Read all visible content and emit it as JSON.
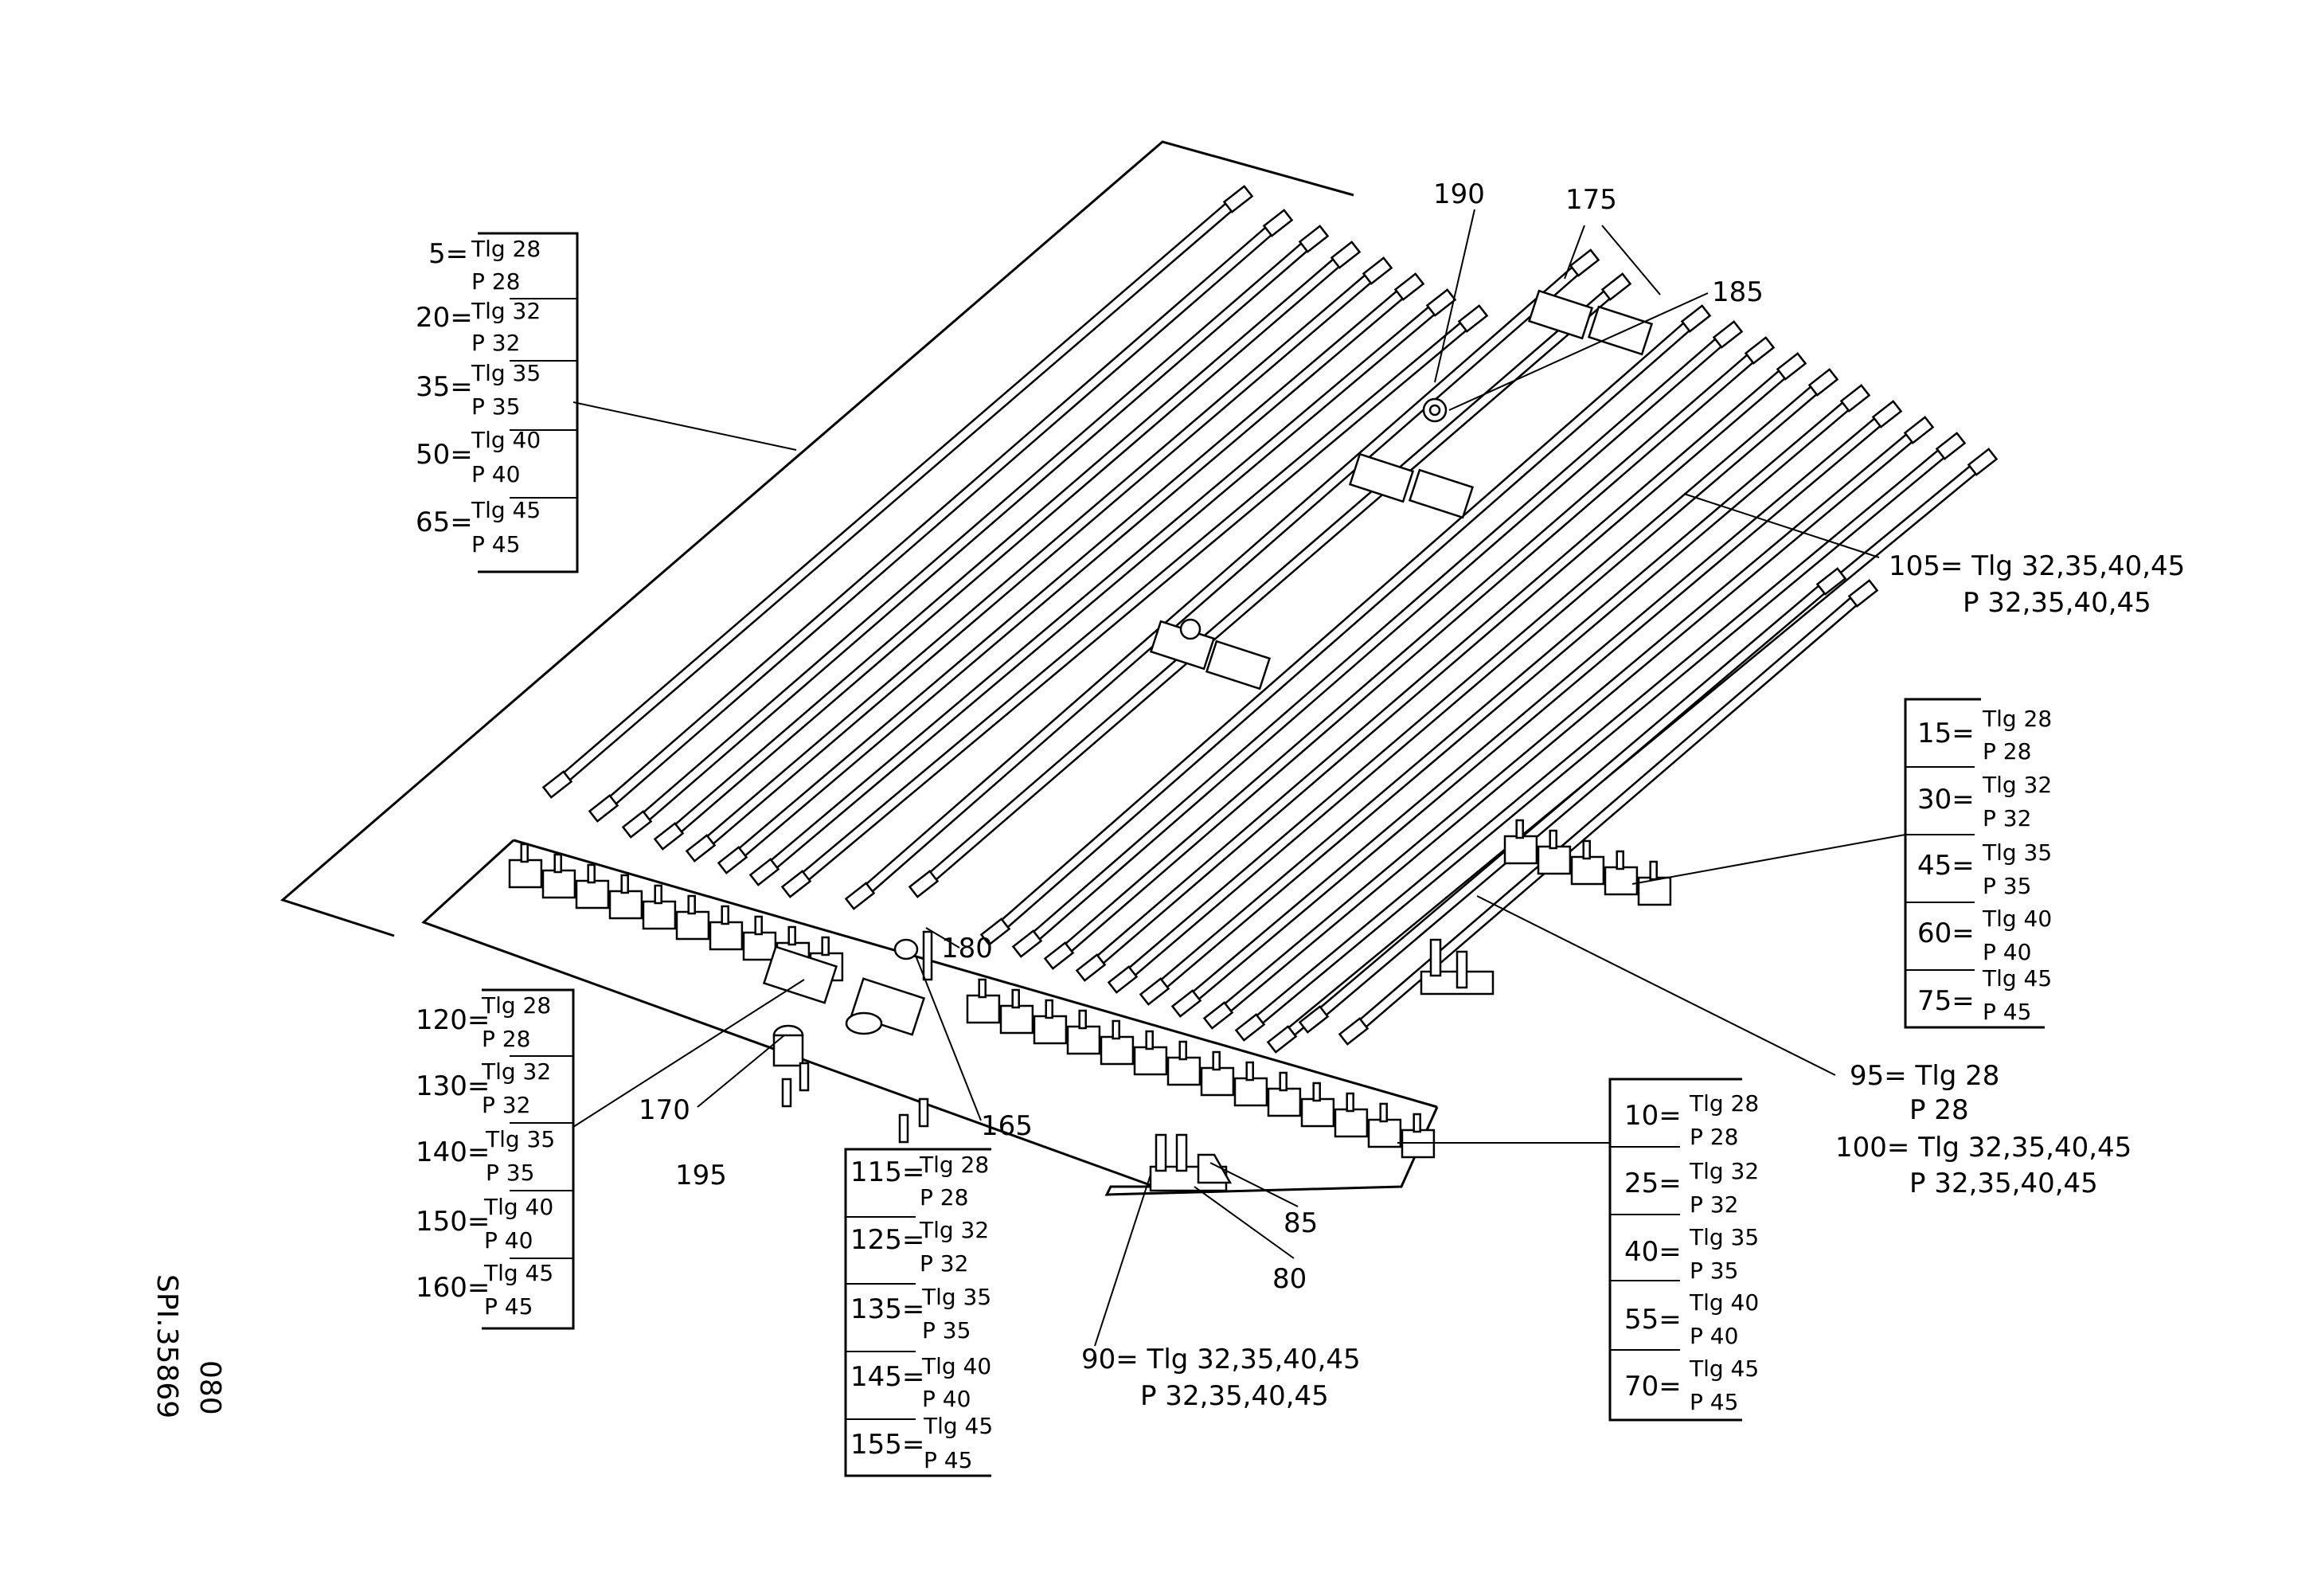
{
  "callouts": {
    "c190": "190",
    "c175": "175",
    "c185": "185",
    "c180": "180",
    "c170": "170",
    "c165": "165",
    "c195": "195",
    "c85": "85",
    "c80": "80"
  },
  "notes": {
    "n105_a": "105= Tlg 32,35,40,45",
    "n105_b": "P 32,35,40,45",
    "n95_a": "95= Tlg 28",
    "n95_b": "P 28",
    "n100_a": "100= Tlg 32,35,40,45",
    "n100_b": "P 32,35,40,45",
    "n90_a": "90= Tlg 32,35,40,45",
    "n90_b": "P 32,35,40,45"
  },
  "tables": {
    "t5": [
      {
        "n": "5=",
        "tlg": "Tlg 28",
        "p": "P 28"
      },
      {
        "n": "20=",
        "tlg": "Tlg 32",
        "p": "P 32"
      },
      {
        "n": "35=",
        "tlg": "Tlg 35",
        "p": "P 35"
      },
      {
        "n": "50=",
        "tlg": "Tlg 40",
        "p": "P 40"
      },
      {
        "n": "65=",
        "tlg": "Tlg 45",
        "p": "P 45"
      }
    ],
    "t15": [
      {
        "n": "15=",
        "tlg": "Tlg 28",
        "p": "P 28"
      },
      {
        "n": "30=",
        "tlg": "Tlg 32",
        "p": "P 32"
      },
      {
        "n": "45=",
        "tlg": "Tlg 35",
        "p": "P 35"
      },
      {
        "n": "60=",
        "tlg": "Tlg 40",
        "p": "P 40"
      },
      {
        "n": "75=",
        "tlg": "Tlg 45",
        "p": "P 45"
      }
    ],
    "t120": [
      {
        "n": "120=",
        "tlg": "Tlg 28",
        "p": "P 28"
      },
      {
        "n": "130=",
        "tlg": "Tlg 32",
        "p": "P 32"
      },
      {
        "n": "140=",
        "tlg": "Tlg 35",
        "p": "P 35"
      },
      {
        "n": "150=",
        "tlg": "Tlg 40",
        "p": "P 40"
      },
      {
        "n": "160=",
        "tlg": "Tlg 45",
        "p": "P 45"
      }
    ],
    "t115": [
      {
        "n": "115=",
        "tlg": "Tlg 28",
        "p": "P 28"
      },
      {
        "n": "125=",
        "tlg": "Tlg 32",
        "p": "P 32"
      },
      {
        "n": "135=",
        "tlg": "Tlg 35",
        "p": "P 35"
      },
      {
        "n": "145=",
        "tlg": "Tlg 40",
        "p": "P 40"
      },
      {
        "n": "155=",
        "tlg": "Tlg 45",
        "p": "P 45"
      }
    ],
    "t10": [
      {
        "n": "10=",
        "tlg": "Tlg 28",
        "p": "P 28"
      },
      {
        "n": "25=",
        "tlg": "Tlg 32",
        "p": "P 32"
      },
      {
        "n": "40=",
        "tlg": "Tlg 35",
        "p": "P 35"
      },
      {
        "n": "55=",
        "tlg": "Tlg 40",
        "p": "P 40"
      },
      {
        "n": "70=",
        "tlg": "Tlg 45",
        "p": "P 45"
      }
    ]
  },
  "drawing_id": {
    "line1": "080",
    "line2": "SPI.35869"
  }
}
